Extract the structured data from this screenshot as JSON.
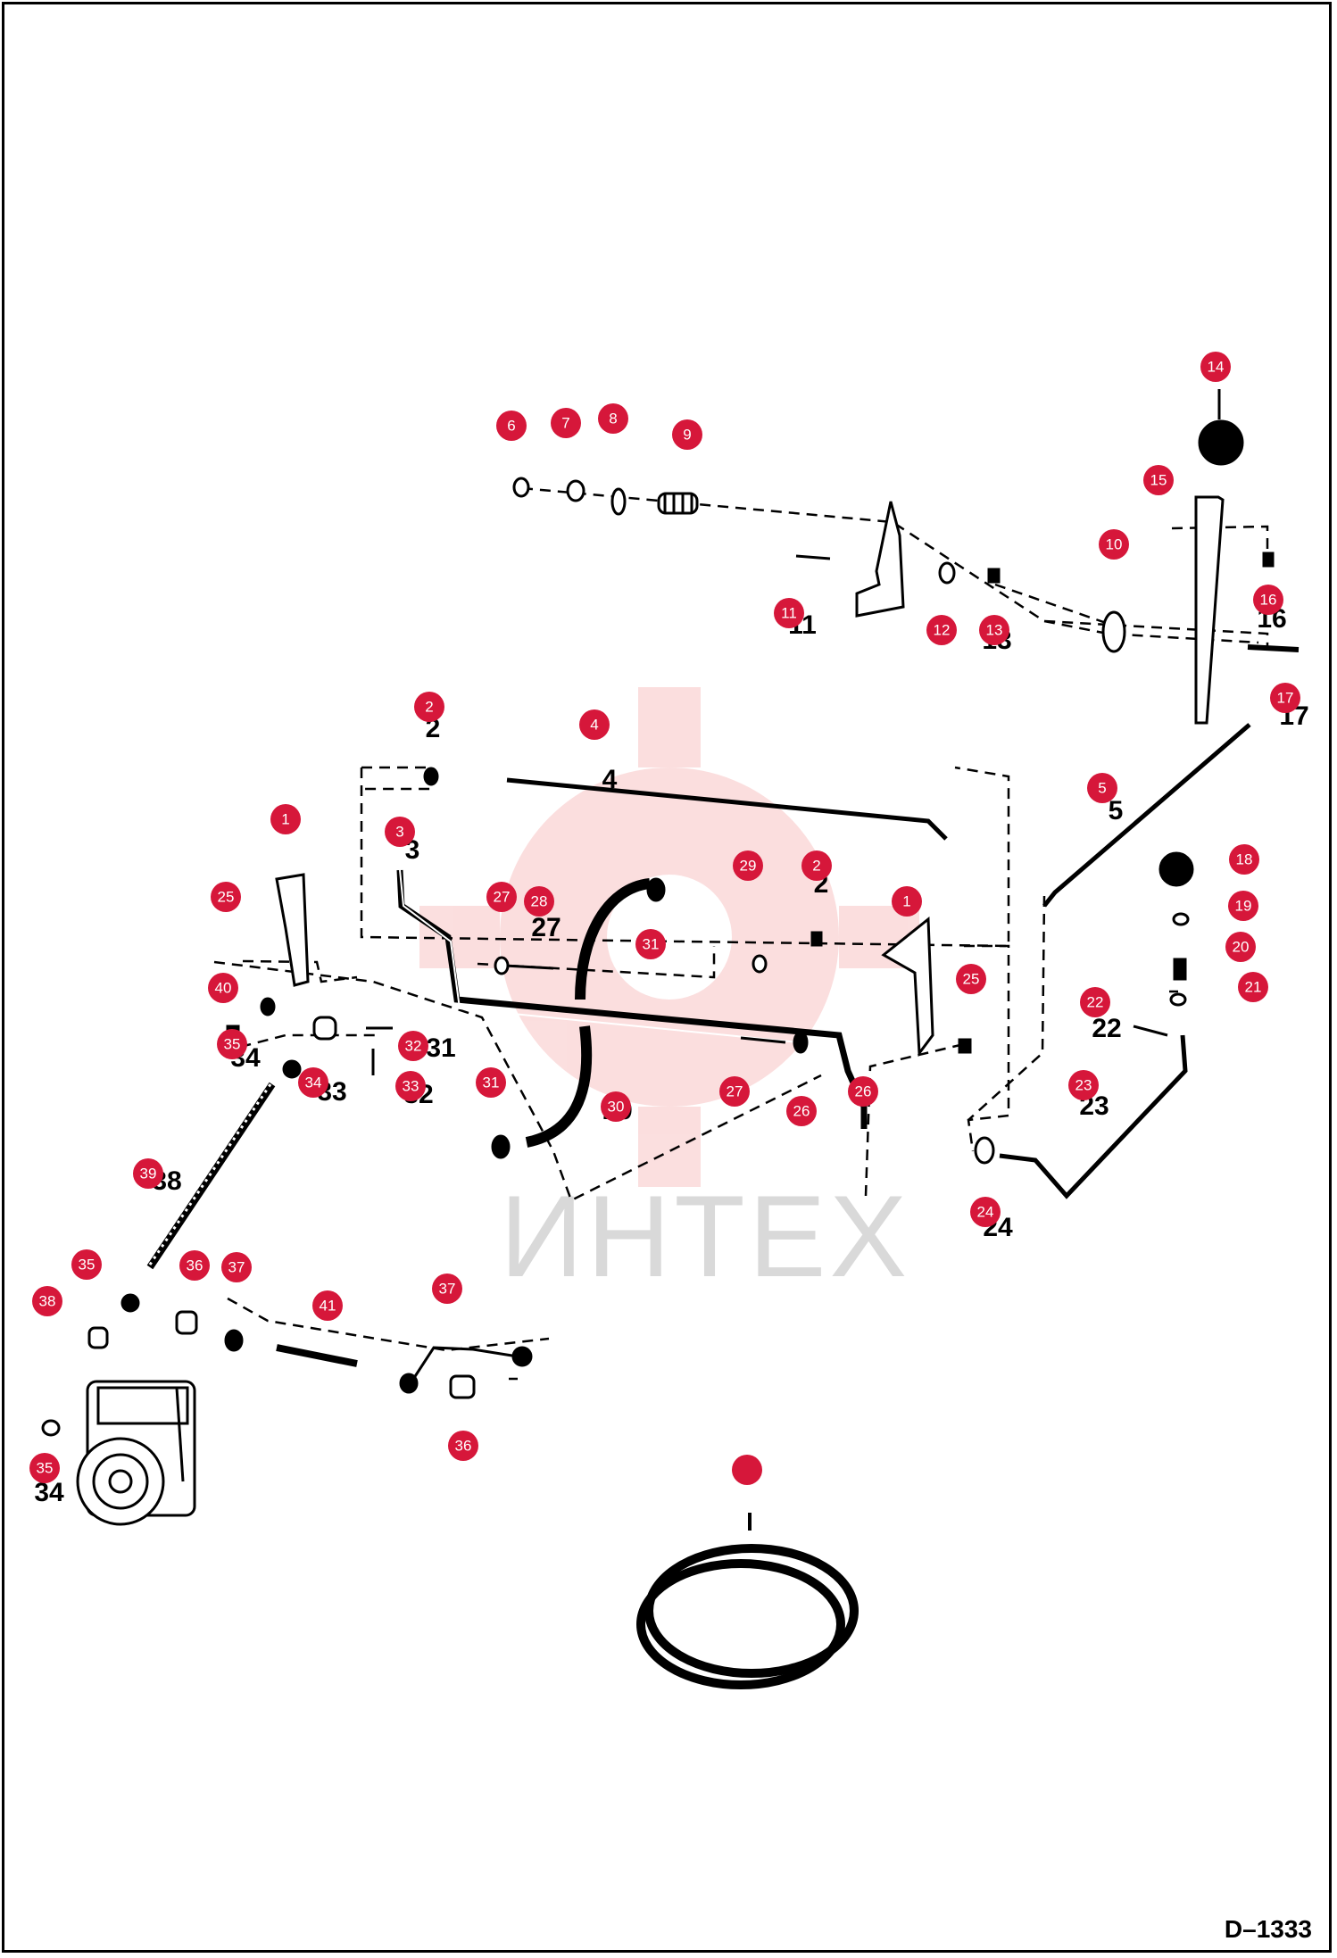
{
  "drawing_id": "D–1333",
  "watermark_text": "ИНТЕХ",
  "colors": {
    "callout_fill": "#d6173a",
    "line": "#000000",
    "watermark": "#f4c7c7"
  },
  "callouts": [
    "1",
    "2",
    "3",
    "4",
    "5",
    "6",
    "7",
    "8",
    "9",
    "10",
    "11",
    "12",
    "13",
    "14",
    "15",
    "16",
    "17",
    "18",
    "19",
    "20",
    "21",
    "22",
    "23",
    "24",
    "25",
    "26",
    "27",
    "28",
    "29",
    "30",
    "31",
    "32",
    "33",
    "34",
    "35",
    "36",
    "37",
    "38",
    "39",
    "40",
    "41"
  ]
}
